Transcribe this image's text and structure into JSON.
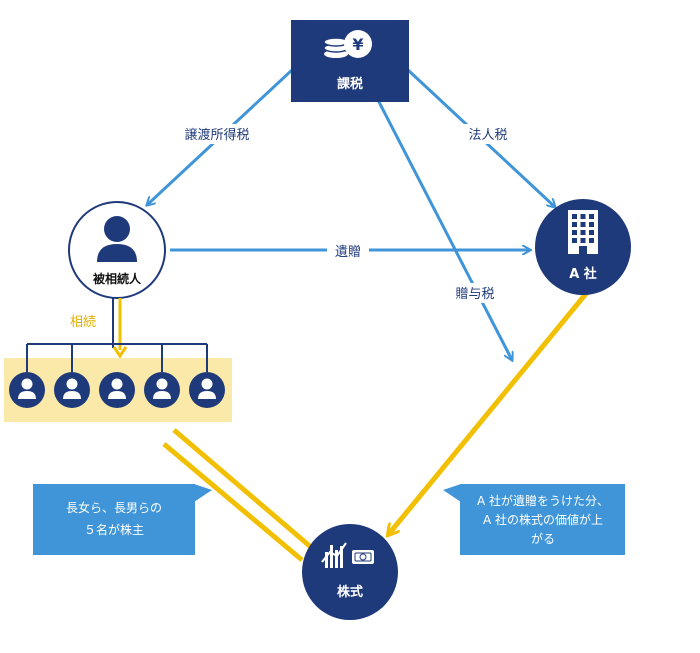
{
  "nodes": {
    "tax": "課税",
    "decedent": "被相続人",
    "company": "A 社",
    "shares": "株式"
  },
  "edges": {
    "transfer_income_tax": "譲渡所得税",
    "corporate_tax": "法人税",
    "bequest": "遺贈",
    "gift_tax": "贈与税",
    "inheritance": "相続"
  },
  "notes": {
    "left": [
      "長女ら、長男らの",
      "５名が株主"
    ],
    "right": [
      "A 社が遺贈をうけた分、",
      "A 社の株式の価値が上",
      "がる"
    ]
  },
  "colors": {
    "navy": "#1f3a7a",
    "blue_arrow": "#3f95d8",
    "yellow": "#f2c000",
    "note_bg": "#3f95d8",
    "heir_panel": "#fbe9a9"
  },
  "icons": [
    "coins-yen-icon",
    "person-icon",
    "building-icon",
    "chart-money-icon"
  ]
}
